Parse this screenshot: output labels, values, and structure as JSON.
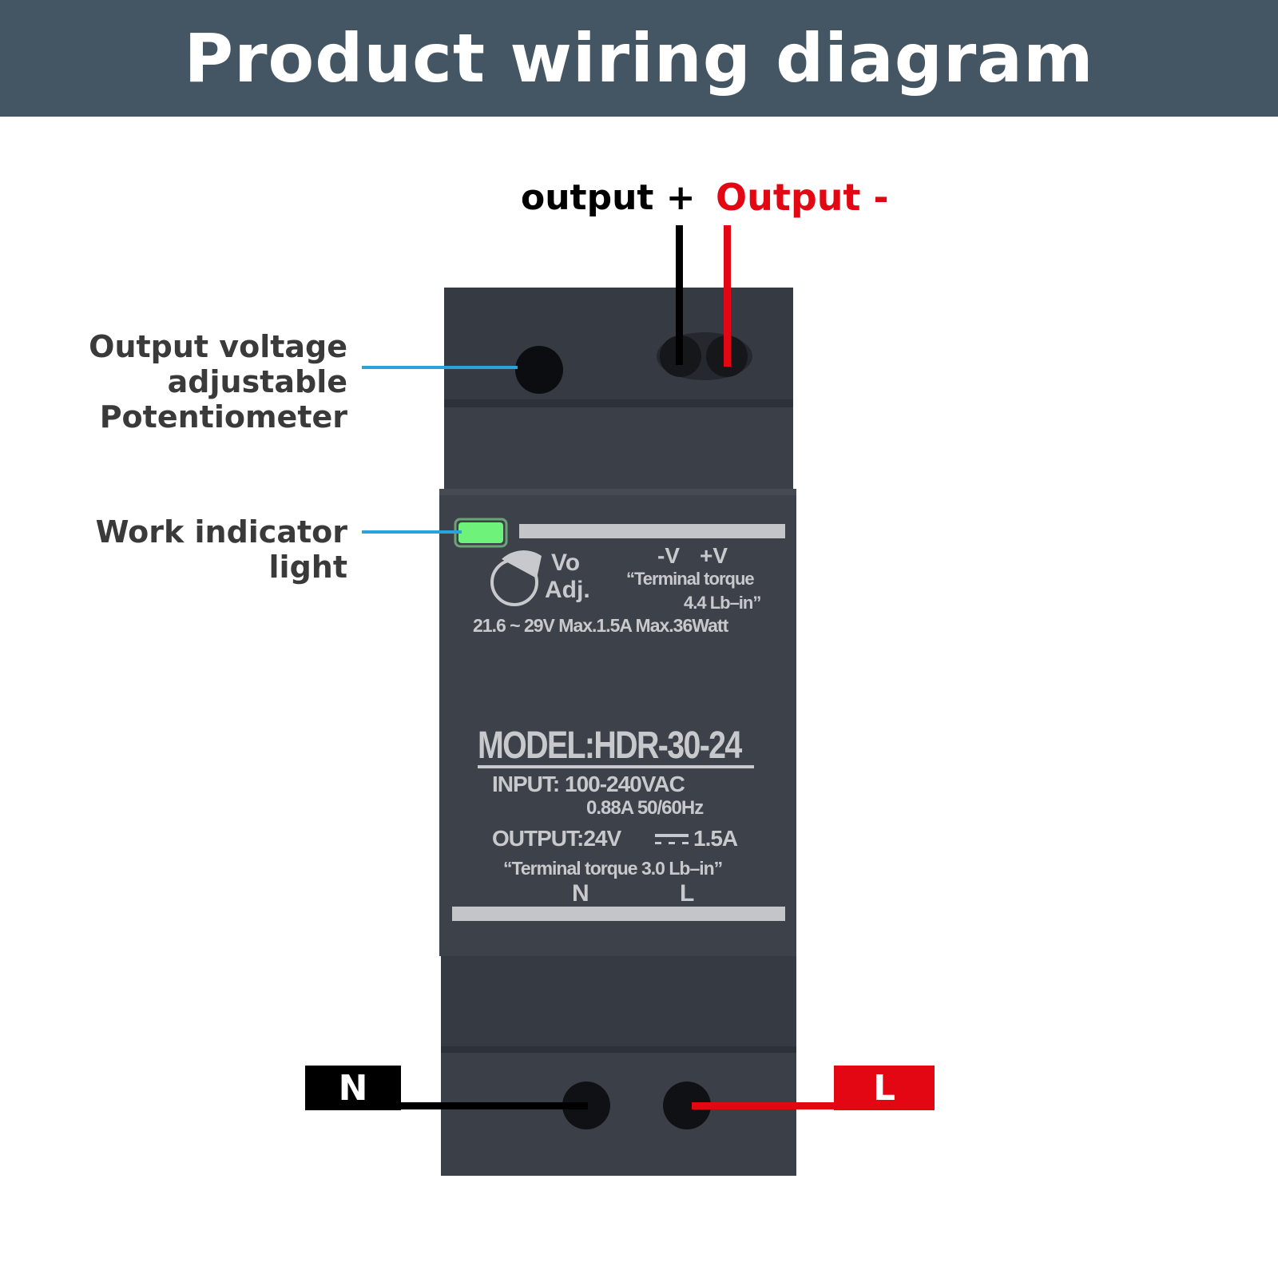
{
  "header": {
    "title": "Product wiring diagram"
  },
  "top_labels": {
    "output_plus": "output +",
    "output_minus": "Output -"
  },
  "callouts": {
    "potentiometer": [
      "Output voltage",
      "adjustable",
      "Potentiometer"
    ],
    "indicator": "Work indicator light"
  },
  "input_terminals": {
    "n": "N",
    "l": "L"
  },
  "device_label": {
    "vo": "Vo",
    "adj": "Adj.",
    "minus_v": "-V",
    "plus_v": "+V",
    "terminal_torque_top_1": "“Terminal torque",
    "terminal_torque_top_2": "4.4 Lb–in”",
    "ratings_line": "21.6 ~ 29V  Max.1.5A Max.36Watt",
    "model": "MODEL:HDR-30-24",
    "input_1": "INPUT: 100-240VAC",
    "input_2": "0.88A 50/60Hz",
    "output": "OUTPUT:24V",
    "output_current": "1.5A",
    "terminal_torque_bottom": "“Terminal torque 3.0 Lb–in”",
    "bottom_n": "N",
    "bottom_l": "L"
  },
  "colors": {
    "header_bg": "#445663",
    "wire_red": "#e30613",
    "wire_black": "#000000",
    "callout_line": "#29a3dc",
    "device_body": "#3a3f47",
    "led": "#6ef27a"
  }
}
